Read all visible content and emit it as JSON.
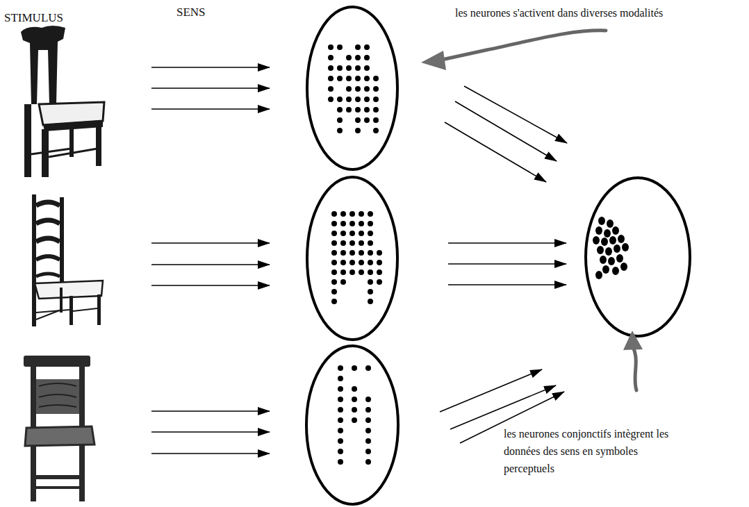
{
  "diagram": {
    "labels": [
      "STIMULUS",
      "SENS",
      "les neurones s'activent dans diverses modalités",
      "les neurones conjonctifs intègrent les données des sens en symboles perceptuels"
    ]
  }
}
